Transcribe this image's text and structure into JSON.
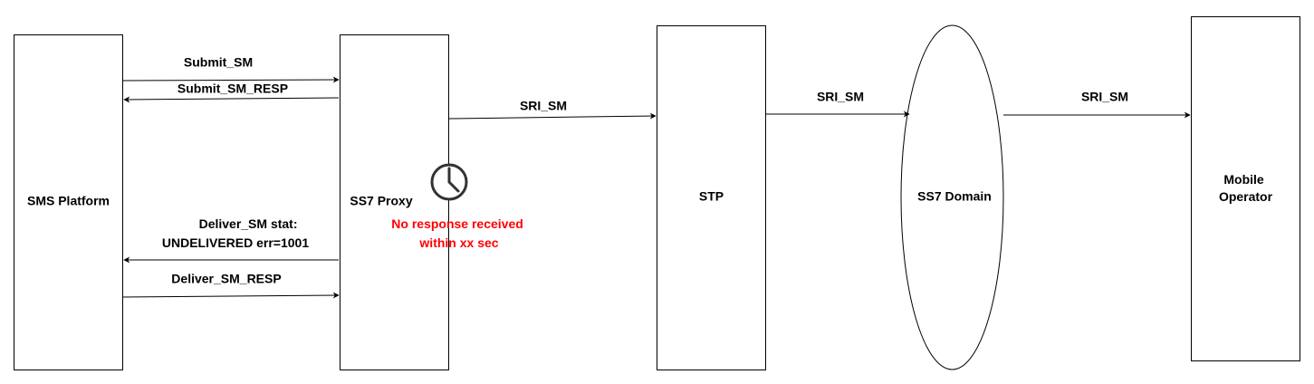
{
  "nodes": {
    "sms_platform": "SMS Platform",
    "ss7_proxy": "SS7 Proxy",
    "stp": "STP",
    "ss7_domain": "SS7 Domain",
    "mobile_operator": [
      "Mobile",
      "Operator"
    ]
  },
  "messages": {
    "submit_sm": "Submit_SM",
    "submit_sm_resp": "Submit_SM_RESP",
    "deliver_sm_stat": [
      "Deliver_SM stat:",
      "UNDELIVERED err=1001"
    ],
    "deliver_sm_resp": "Deliver_SM_RESP",
    "sri_sm_proxy_stp": "SRI_SM",
    "sri_sm_stp_domain": "SRI_SM",
    "sri_sm_domain_operator": "SRI_SM"
  },
  "timeout": {
    "icon": "clock-icon",
    "text": [
      "No response received",
      "within xx sec"
    ]
  },
  "colors": {
    "line": "#000000",
    "timeout_text": "#ff0000",
    "clock": "#333333"
  }
}
